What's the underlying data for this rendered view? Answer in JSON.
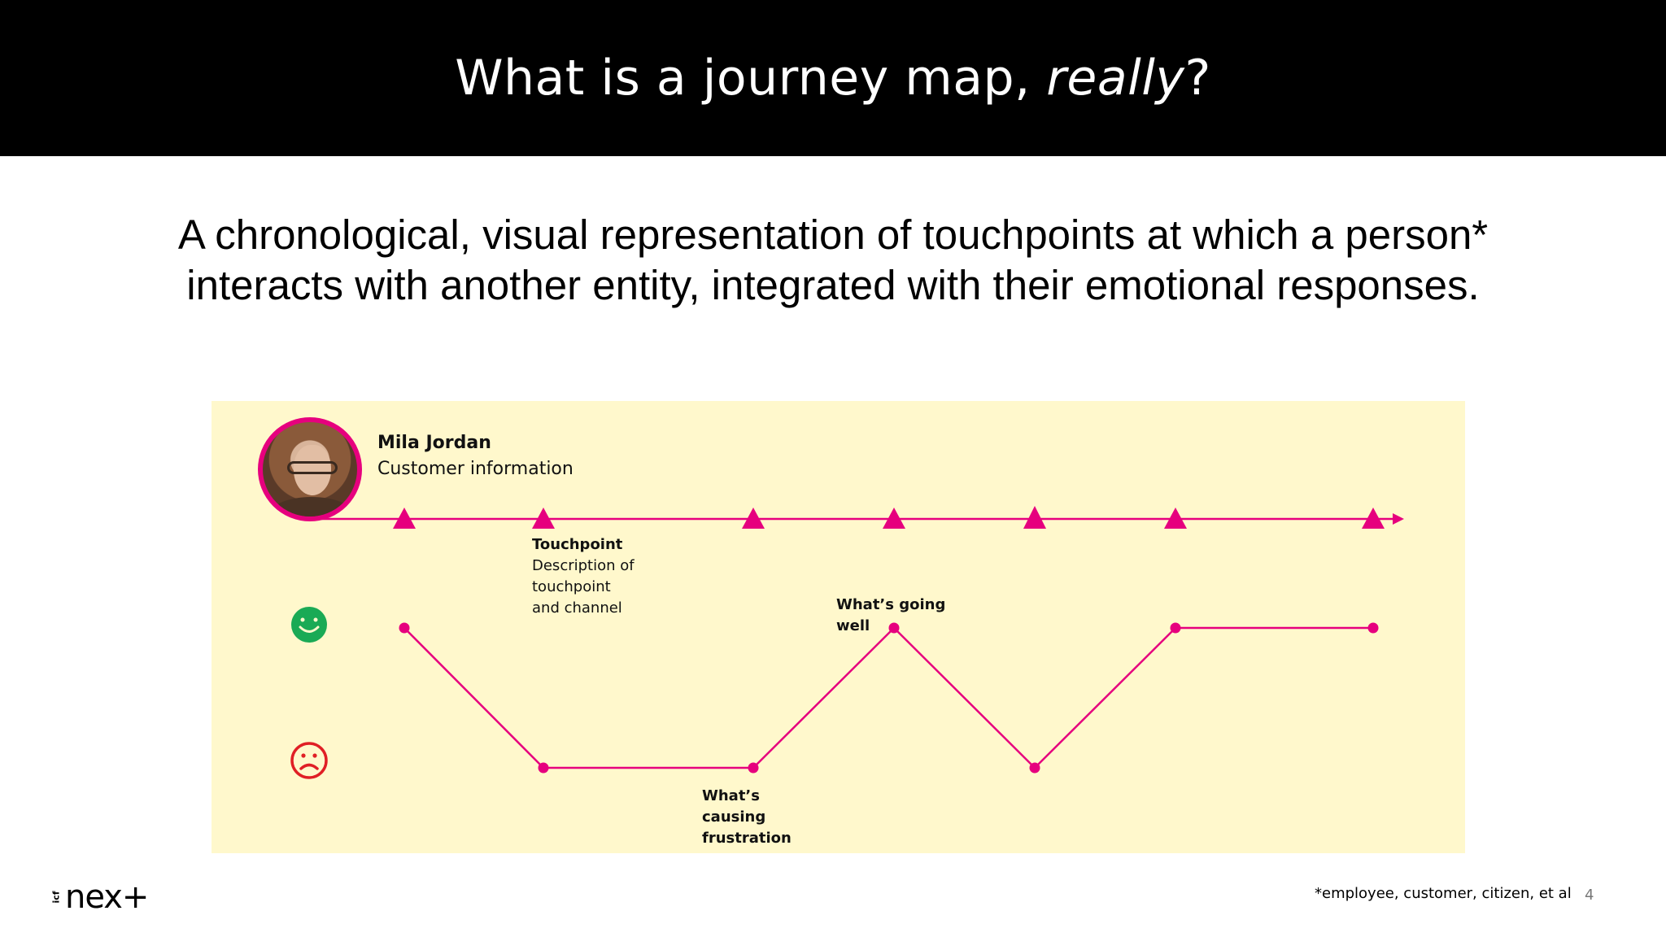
{
  "title": {
    "text": "What is a journey map, ",
    "emphasis": "really",
    "suffix": "?"
  },
  "definition": {
    "line1": "A chronological, visual representation of touchpoints at which a person*",
    "line2": "interacts with another entity, integrated with their emotional responses."
  },
  "persona": {
    "name": "Mila Jordan",
    "info": "Customer information"
  },
  "touchpoint_label": {
    "title": "Touchpoint",
    "line1": "Description of",
    "line2": "touchpoint",
    "line3": "and channel"
  },
  "going_well_label": {
    "line1": "What’s going",
    "line2": "well"
  },
  "frustration_label": {
    "line1": "What’s causing",
    "line2": "frustration"
  },
  "emotion_curve": [
    "happy",
    "sad",
    "sad",
    "happy",
    "sad",
    "happy",
    "happy"
  ],
  "touchpoint_count": 7,
  "colors": {
    "accent": "#e6007e",
    "panel": "#fff8cc",
    "happy": "#1aaa55",
    "sad": "#e01f25"
  },
  "icons": {
    "happy": "smiley-face-icon",
    "sad": "sad-face-icon"
  },
  "footer": {
    "brand_icf": "icf",
    "brand_next": "nex+",
    "footnote": "*employee, customer, citizen, et al",
    "page_number": "4"
  }
}
